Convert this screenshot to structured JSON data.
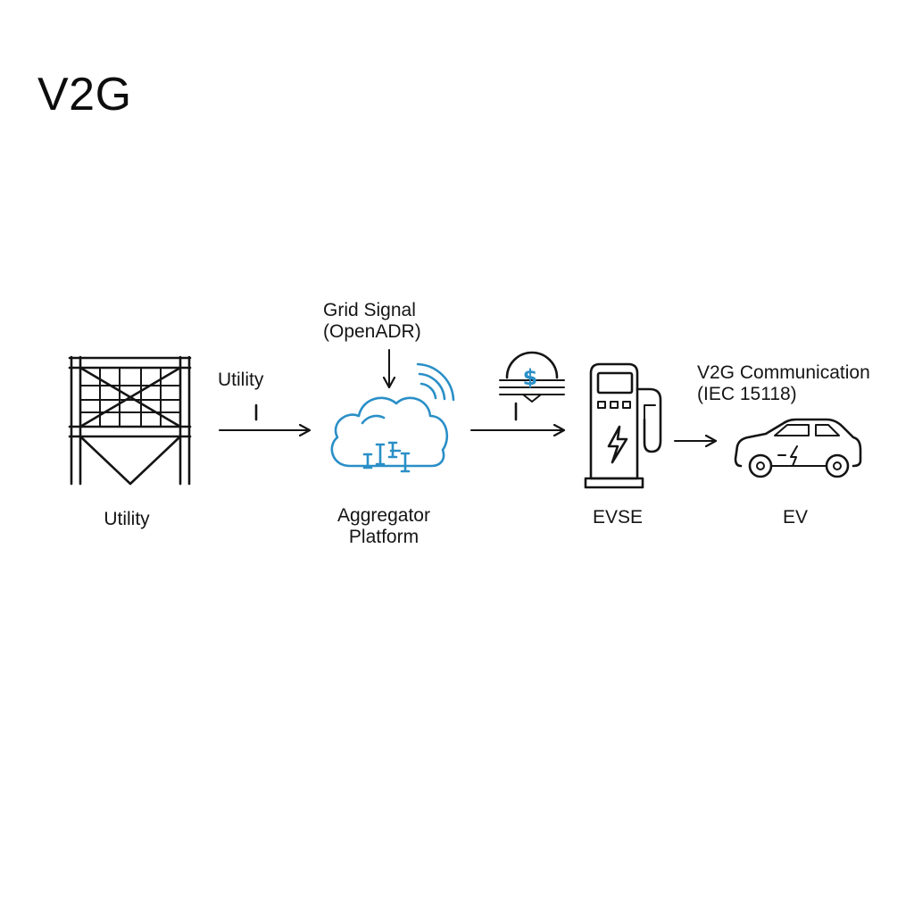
{
  "title": "V2G",
  "colors": {
    "accent": "#2a8fc7",
    "ink": "#141414",
    "background": "#ffffff"
  },
  "nodes": {
    "utility": {
      "label": "Utility",
      "icon": "transmission-tower-icon"
    },
    "aggregator": {
      "label_line1": "Aggregator",
      "label_line2": "Platform",
      "icon": "cloud-platform-icon"
    },
    "evse": {
      "label": "EVSE",
      "icon": "charging-station-icon"
    },
    "ev": {
      "label": "EV",
      "icon": "electric-car-icon"
    }
  },
  "connectors": {
    "utility_to_aggregator": {
      "label": "Utility"
    },
    "grid_signal": {
      "label_line1": "Grid Signal",
      "label_line2": "(OpenADR)"
    },
    "aggregator_to_evse": {
      "icon": "dollar-payment-icon"
    },
    "evse_to_ev": {
      "label_line1": "V2G Communication",
      "label_line2": "(IEC 15118)"
    }
  }
}
